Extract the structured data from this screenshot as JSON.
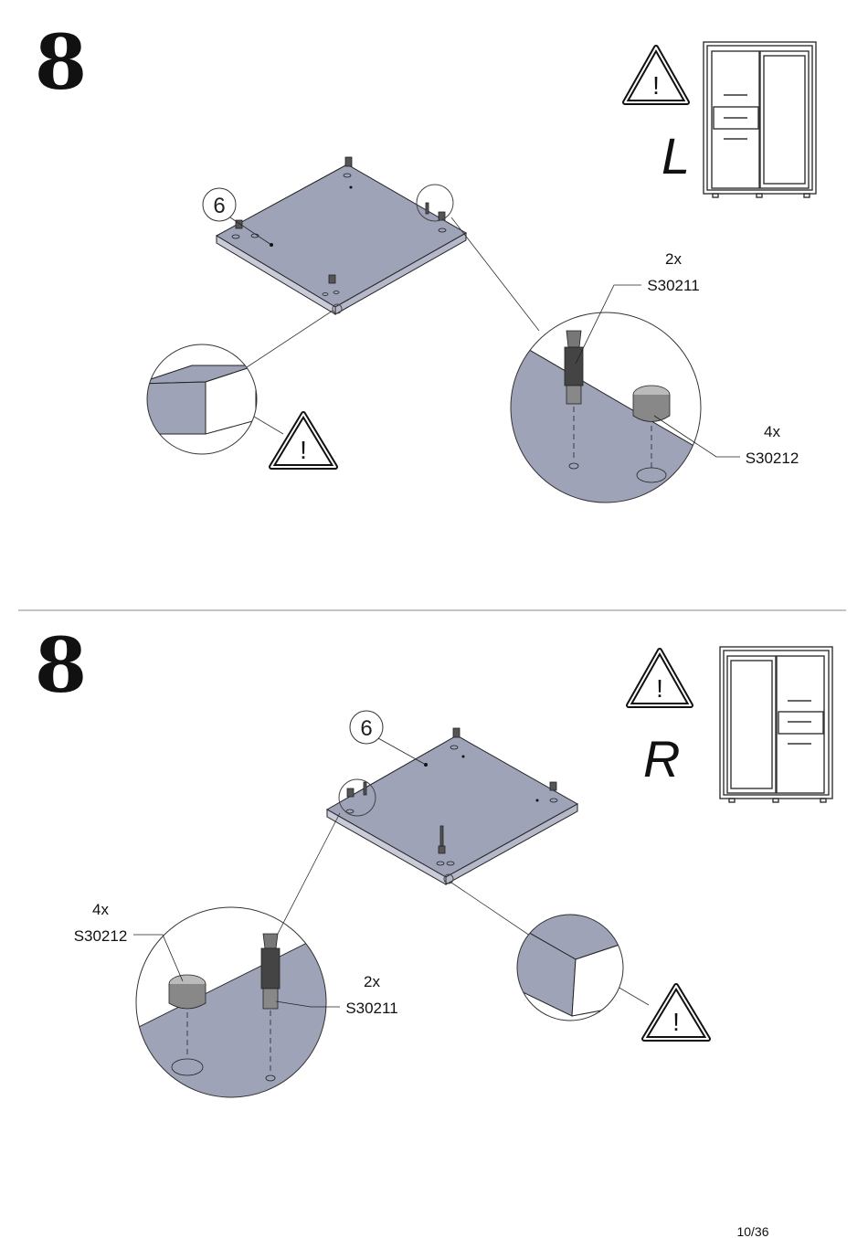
{
  "step_top": {
    "number": "8",
    "side_label": "L",
    "part_number": "6",
    "warning_symbol": "!",
    "callouts": [
      {
        "qty": "2x",
        "code": "S30211"
      },
      {
        "qty": "4x",
        "code": "S30212"
      }
    ]
  },
  "step_bottom": {
    "number": "8",
    "side_label": "R",
    "part_number": "6",
    "warning_symbol": "!",
    "callouts": [
      {
        "qty": "4x",
        "code": "S30212"
      },
      {
        "qty": "2x",
        "code": "S30211"
      }
    ]
  },
  "footer": {
    "page": "10/36"
  },
  "colors": {
    "panel": "#9ea3b8",
    "panel_edge": "#7b8099",
    "line": "#222222"
  }
}
